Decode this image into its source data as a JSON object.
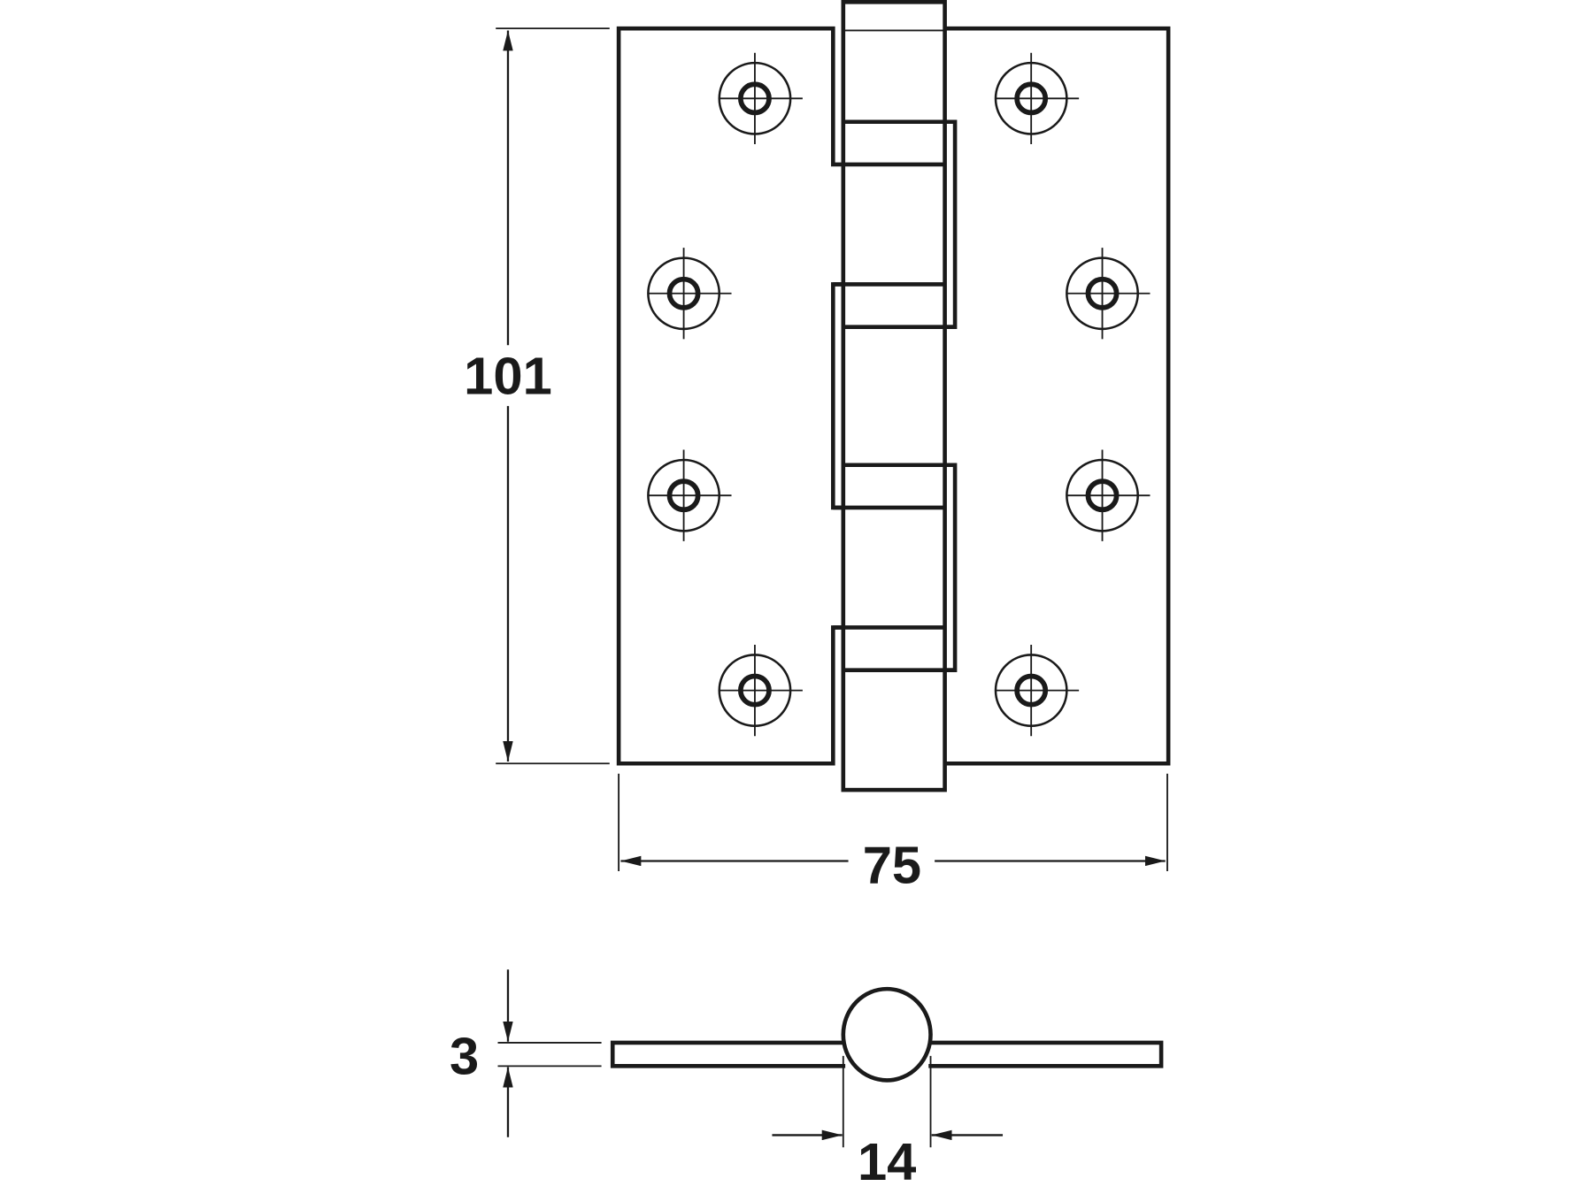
{
  "dimensions": {
    "height": "101",
    "width": "75",
    "thickness": "3",
    "knuckle_diameter": "14"
  },
  "colors": {
    "line": "#1a1a1a",
    "background": "#ffffff"
  }
}
